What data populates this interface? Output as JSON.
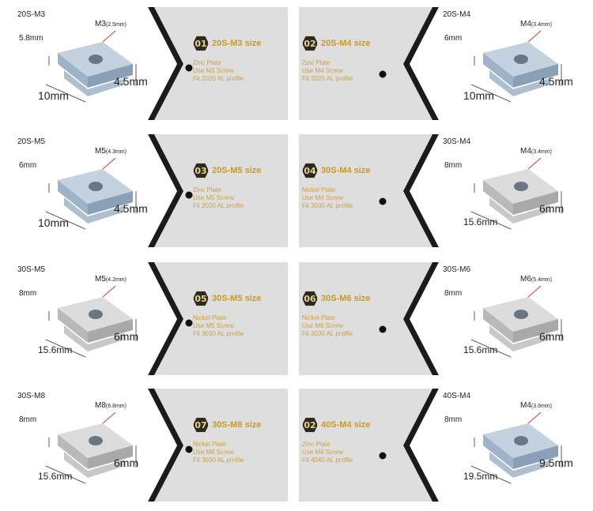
{
  "colors": {
    "panel_bg": "#dedede",
    "stripe": "#1b1b1b",
    "title": "#c99a25",
    "spec": "#c9a249",
    "badge": "#2a2a2a",
    "part": "#c4d1de"
  },
  "items": [
    {
      "number": "01",
      "title": "20S-M3 size",
      "spec": [
        "Zinc Plate",
        "Use M3 Screw",
        "Fit 2020 AL profile"
      ],
      "series": "20S-M3",
      "thread": "M3",
      "thread_dia": "(2.5mm)",
      "dim_a": "5.8mm",
      "dim_b": "4.5mm",
      "dim_c": "10mm",
      "finish": "zinc",
      "side": "left"
    },
    {
      "number": "02",
      "title": "20S-M4 size",
      "spec": [
        "Zinc Plate",
        "Use M4 Screw",
        "Fit 2020 AL profile"
      ],
      "series": "20S-M4",
      "thread": "M4",
      "thread_dia": "(3.4mm)",
      "dim_a": "6mm",
      "dim_b": "4.5mm",
      "dim_c": "10mm",
      "finish": "zinc",
      "side": "right"
    },
    {
      "number": "03",
      "title": "20S-M5 size",
      "spec": [
        "Zinc Plate",
        "Use M5 Screw",
        "Fit 2020 AL profile"
      ],
      "series": "20S-M5",
      "thread": "M5",
      "thread_dia": "(4.3mm)",
      "dim_a": "6mm",
      "dim_b": "4.5mm",
      "dim_c": "10mm",
      "finish": "zinc",
      "side": "left"
    },
    {
      "number": "04",
      "title": "30S-M4 size",
      "spec": [
        "Nickel Plate",
        "Use M4 Screw",
        "Fit 3030 AL profile"
      ],
      "series": "30S-M4",
      "thread": "M4",
      "thread_dia": "(3.4mm)",
      "dim_a": "8mm",
      "dim_b": "6mm",
      "dim_c": "15.6mm",
      "finish": "nickel",
      "side": "right"
    },
    {
      "number": "05",
      "title": "30S-M5 size",
      "spec": [
        "Nickel Plate",
        "Use M5 Screw",
        "Fit 3030 AL profile"
      ],
      "series": "30S-M5",
      "thread": "M5",
      "thread_dia": "(4.2mm)",
      "dim_a": "8mm",
      "dim_b": "6mm",
      "dim_c": "15.6mm",
      "finish": "nickel",
      "side": "left"
    },
    {
      "number": "06",
      "title": "30S-M6 size",
      "spec": [
        "Nickel Plate",
        "Use M6 Screw",
        "Fit 3030 AL profile"
      ],
      "series": "30S-M6",
      "thread": "M6",
      "thread_dia": "(5.4mm)",
      "dim_a": "8mm",
      "dim_b": "6mm",
      "dim_c": "15.6mm",
      "finish": "nickel",
      "side": "right"
    },
    {
      "number": "07",
      "title": "30S-M8 size",
      "spec": [
        "Nickel Plate",
        "Use M8 Screw",
        "Fit 3030 AL profile"
      ],
      "series": "30S-M8",
      "thread": "M8",
      "thread_dia": "(6.8mm)",
      "dim_a": "8mm",
      "dim_b": "6mm",
      "dim_c": "15.6mm",
      "finish": "nickel",
      "side": "left"
    },
    {
      "number": "02",
      "title": "40S-M4 size",
      "spec": [
        "Zinc Plate",
        "Use M4 Screw",
        "Fit 4040 AL profile"
      ],
      "series": "40S-M4",
      "thread": "M4",
      "thread_dia": "(3.6mm)",
      "dim_a": "8mm",
      "dim_b": "9.5mm",
      "dim_c": "19.5mm",
      "finish": "zinc",
      "side": "right"
    }
  ]
}
